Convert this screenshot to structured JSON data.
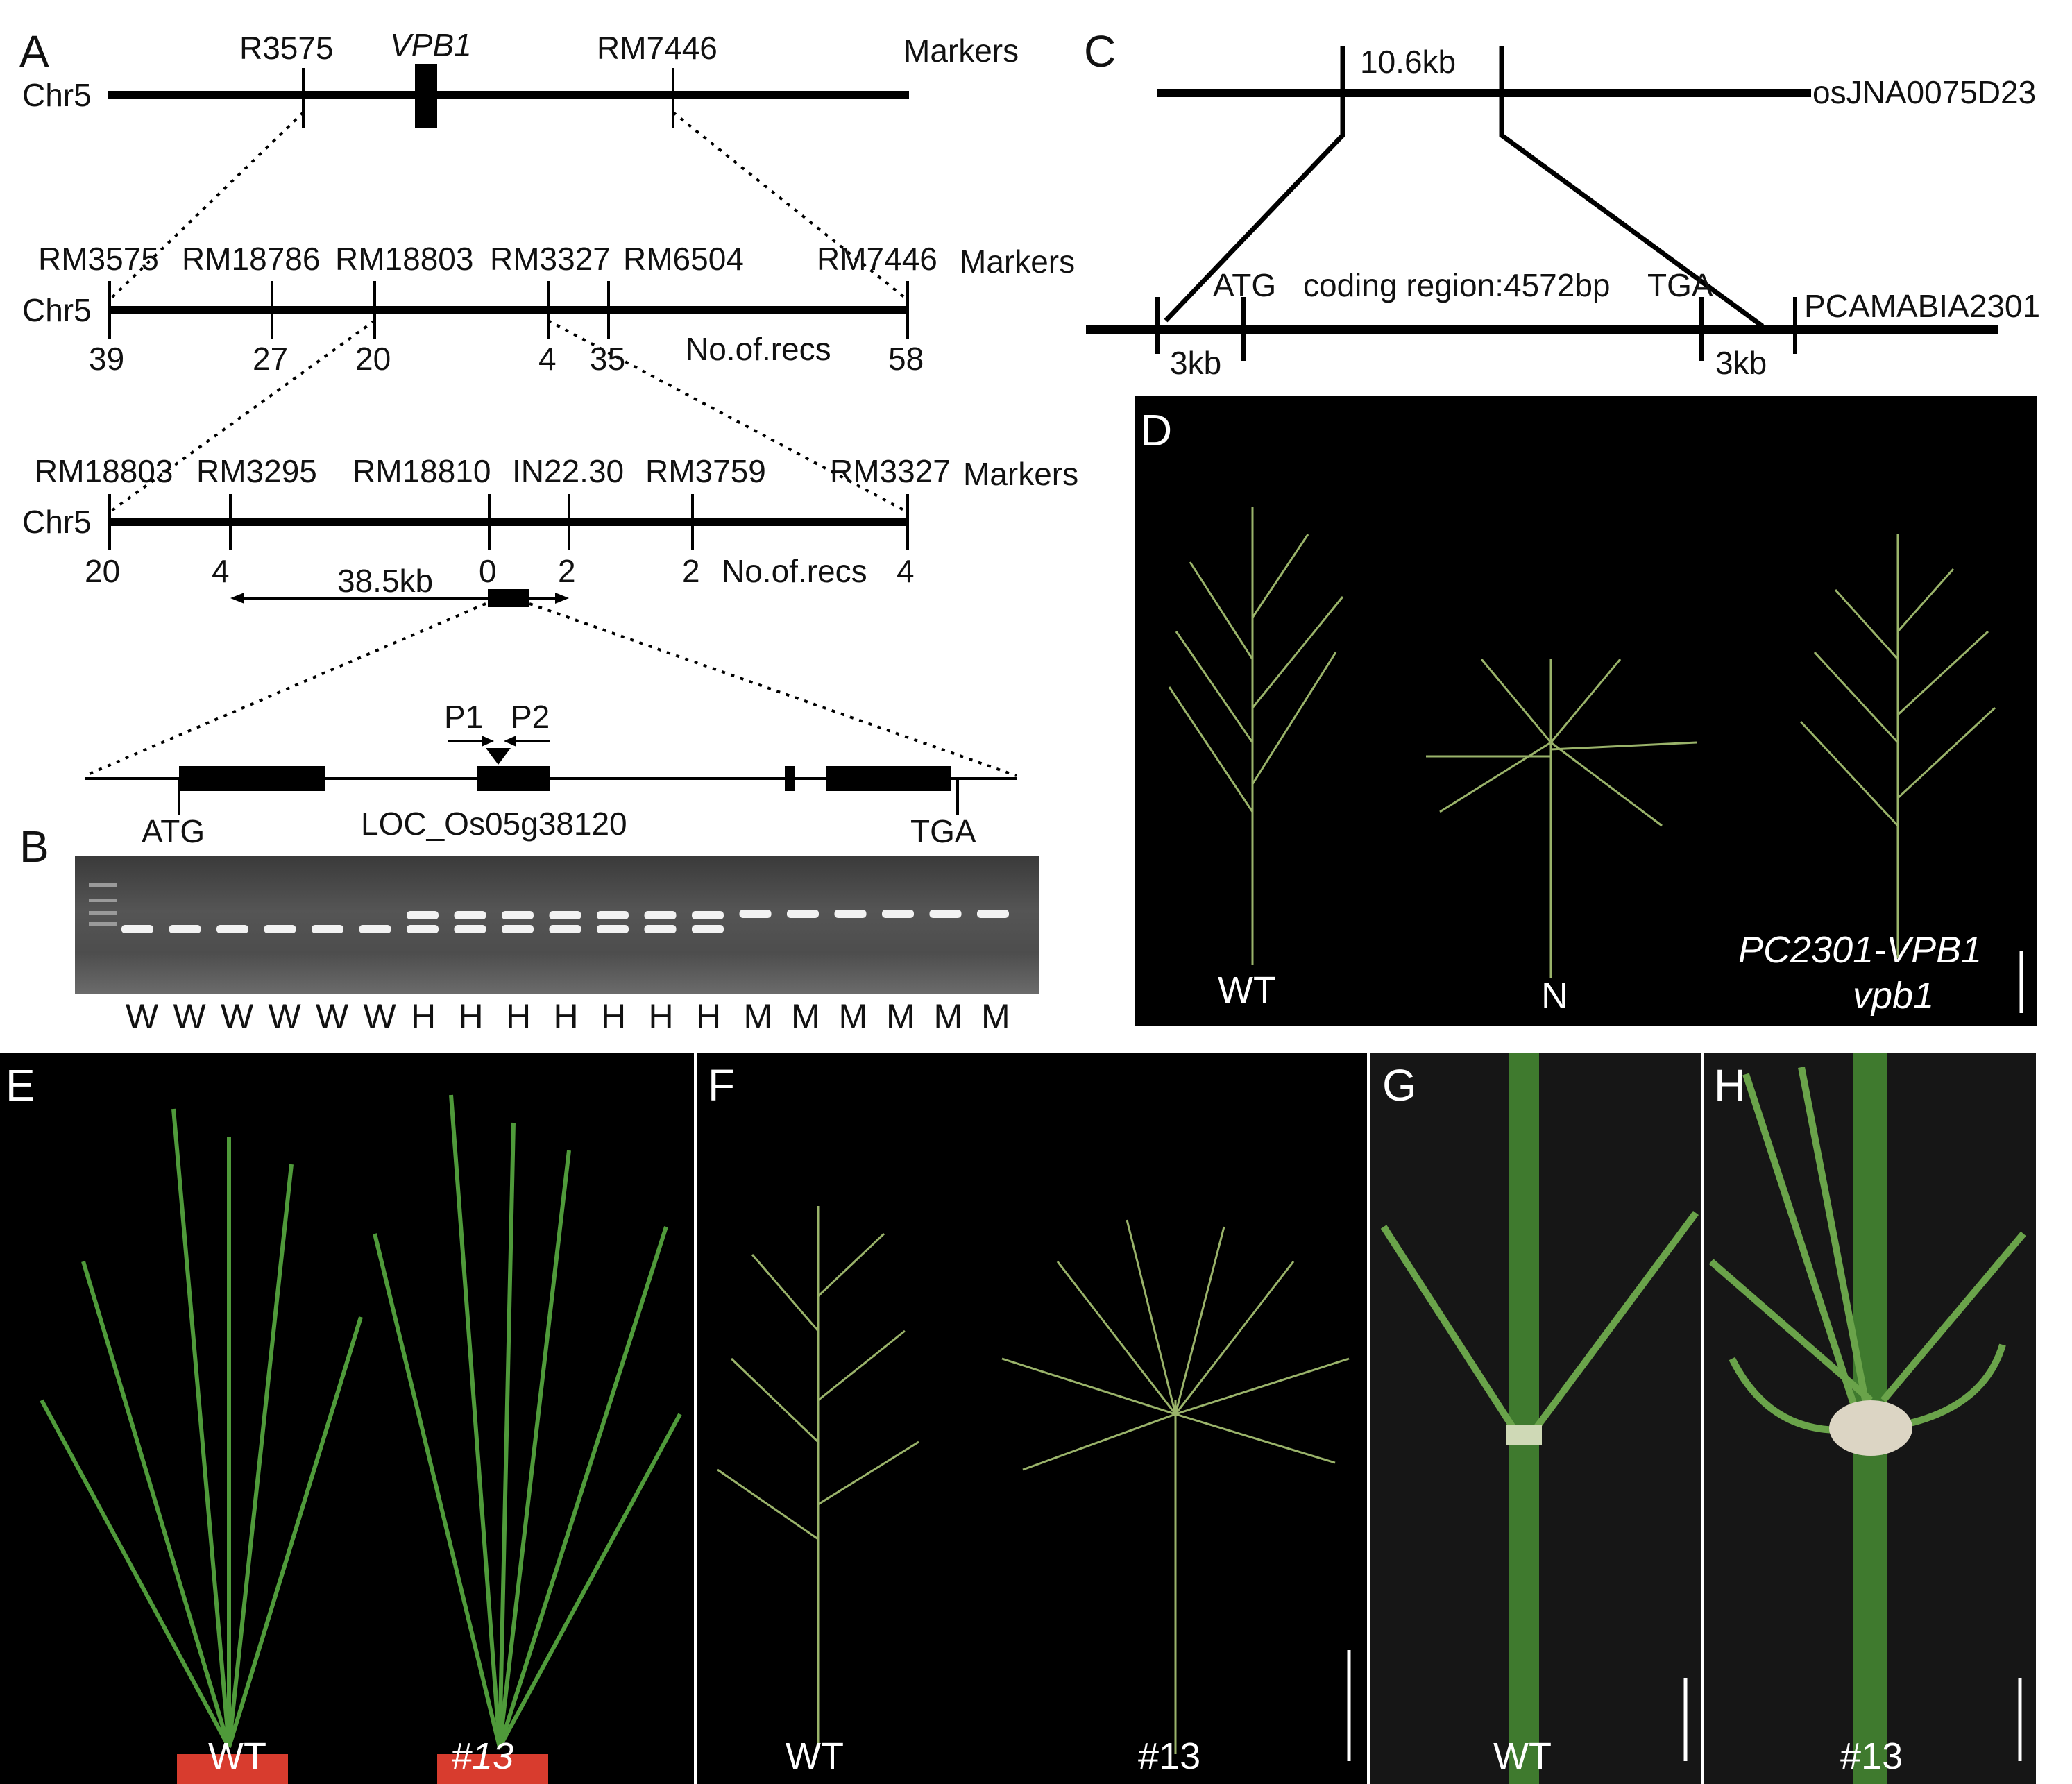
{
  "panels": {
    "a": "A",
    "b": "B",
    "c": "C",
    "d": "D",
    "e": "E",
    "f": "F",
    "g": "G",
    "h": "H"
  },
  "panel_a": {
    "row1": {
      "chr": "Chr5",
      "markers": [
        "R3575",
        "VPB1",
        "RM7446"
      ],
      "markers_label": "Markers"
    },
    "row2": {
      "chr": "Chr5",
      "markers": [
        "RM3575",
        "RM18786",
        "RM18803",
        "RM3327",
        "RM6504",
        "RM7446"
      ],
      "markers_label": "Markers",
      "recs": [
        "39",
        "27",
        "20",
        "4",
        "35",
        "58"
      ],
      "recs_label": "No.of.recs"
    },
    "row3": {
      "chr": "Chr5",
      "markers": [
        "RM18803",
        "RM3295",
        "RM18810",
        "IN22.30",
        "RM3759",
        "RM3327"
      ],
      "markers_label": "Markers",
      "recs": [
        "20",
        "4",
        "0",
        "2",
        "2",
        "4"
      ],
      "recs_label": "No.of.recs",
      "distance": "38.5kb"
    },
    "gene": {
      "primer1": "P1",
      "primer2": "P2",
      "start": "ATG",
      "stop": "TGA",
      "locus": "LOC_Os05g38120"
    }
  },
  "panel_b": {
    "lanes": [
      "W",
      "W",
      "W",
      "W",
      "W",
      "W",
      "H",
      "H",
      "H",
      "H",
      "H",
      "H",
      "H",
      "M",
      "M",
      "M",
      "M",
      "M",
      "M"
    ]
  },
  "panel_c": {
    "insert": "10.6kb",
    "bac": "osJNA0075D23",
    "start": "ATG",
    "coding": "coding region:4572bp",
    "stop": "TGA",
    "flank_left": "3kb",
    "flank_right": "3kb",
    "vector": "PCAMABIA2301"
  },
  "panel_d": {
    "labels": [
      "WT",
      "N"
    ],
    "construct": "PC2301-VPB1",
    "mutant": "vpb1"
  },
  "panel_e": {
    "labels": [
      "WT",
      "#13"
    ]
  },
  "panel_f": {
    "labels": [
      "WT",
      "#13"
    ]
  },
  "panel_g": {
    "label": "WT"
  },
  "panel_h": {
    "label": "#13"
  }
}
